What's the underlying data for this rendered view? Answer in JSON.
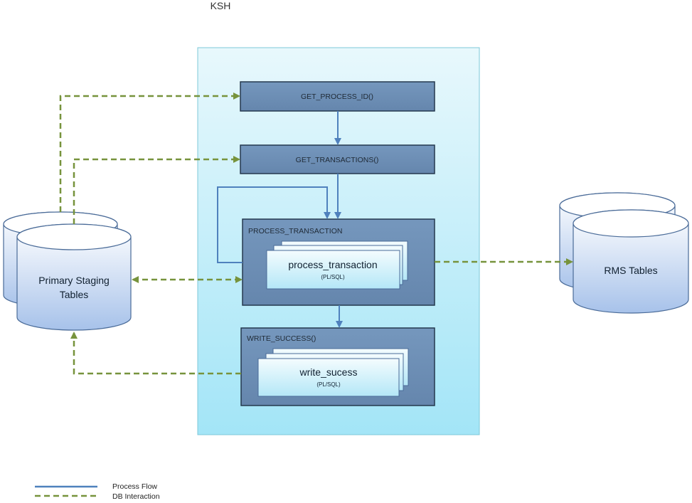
{
  "diagram": {
    "title": "KSH",
    "steps": {
      "get_process_id": "GET_PROCESS_ID()",
      "get_transactions": "GET_TRANSACTIONS()",
      "process_transaction": "PROCESS_TRANSACTION",
      "process_transaction_sub": "process_transaction",
      "process_transaction_note": "(PL/SQL)",
      "write_success": "WRITE_SUCCESS()",
      "write_success_sub": "write_sucess",
      "write_success_note": "(PL/SQL)"
    },
    "databases": {
      "staging_line1": "Primary Staging",
      "staging_line2": "Tables",
      "rms": "RMS Tables"
    },
    "legend": {
      "process_flow": "Process Flow",
      "db_interaction": "DB Interaction"
    }
  },
  "colors": {
    "container_top": "#e6f7fc",
    "container_bottom": "#a6e6f8",
    "container_border": "#7ec8d8",
    "box_fill": "#6f8fb5",
    "box_border": "#25384e",
    "sub_fill_top": "#f2fbfe",
    "sub_fill_bottom": "#b9e9f8",
    "flow": "#4f81bd",
    "db_line": "#77933c",
    "db_fill_top": "#ffffff",
    "db_fill_bottom": "#a9c4ec",
    "db_border": "#4a6b98"
  }
}
